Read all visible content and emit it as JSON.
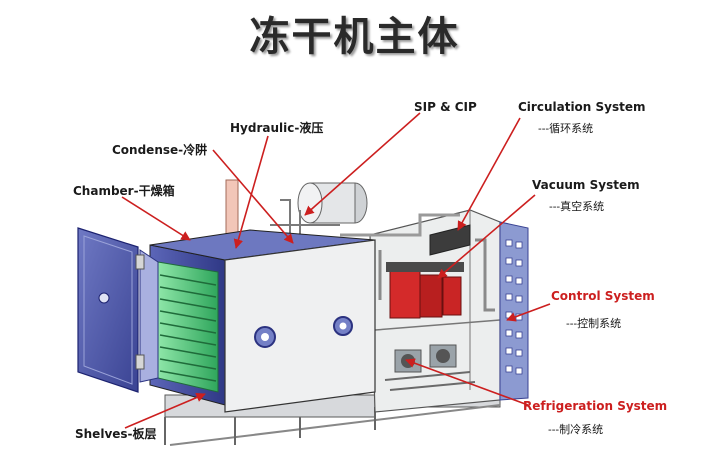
{
  "title": "冻干机主体",
  "labels": {
    "hydraulic": "Hydraulic-液压",
    "condense": "Condense-冷阱",
    "chamber": "Chamber-干燥箱",
    "shelves": "Shelves-板层",
    "sip_cip": "SIP & CIP",
    "circulation": "Circulation System",
    "circulation_sub": "---循环系统",
    "vacuum": "Vacuum System",
    "vacuum_sub": "---真空系统",
    "control": "Control System",
    "control_sub": "---控制系统",
    "refrigeration": "Refrigeration System",
    "refrigeration_sub": "---制冷系统"
  },
  "colors": {
    "leader_line": "#cc1f1f",
    "control_label": "#cc1f1f",
    "refrigeration_label": "#cc1f1f",
    "frame_blue": "#3d4a9e",
    "shelf_green": "#4cc27a"
  }
}
